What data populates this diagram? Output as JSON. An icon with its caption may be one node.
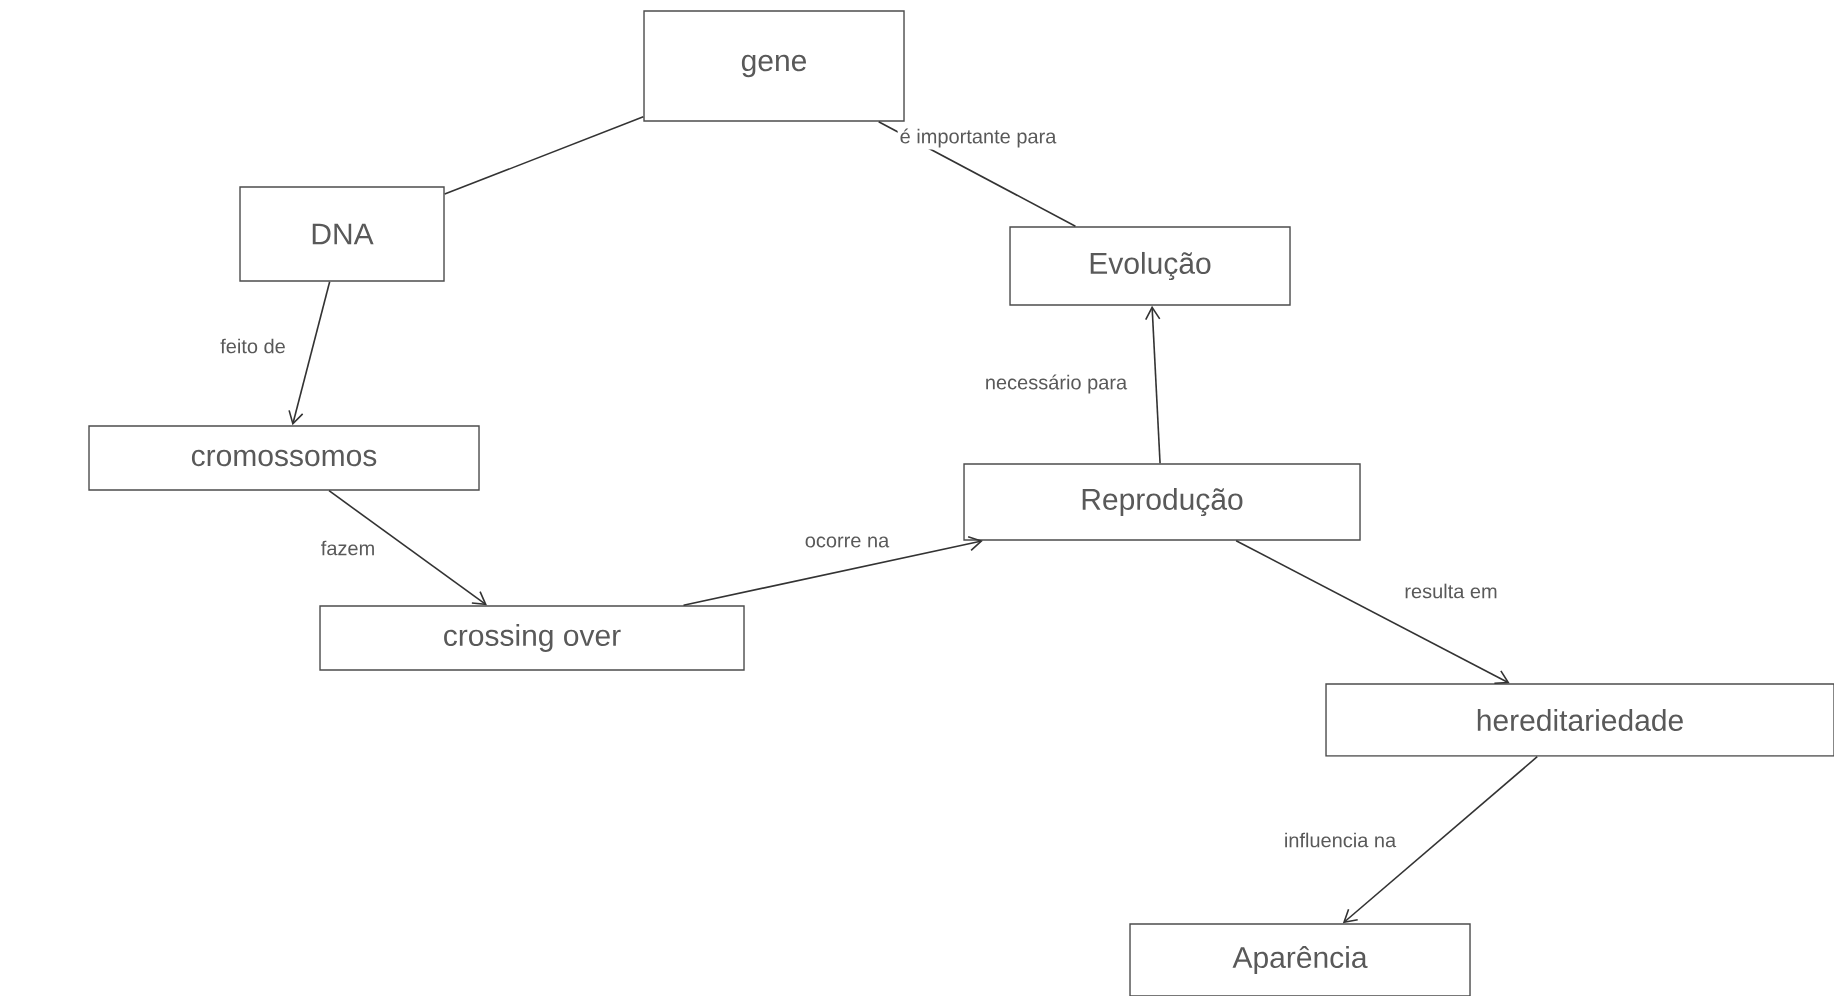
{
  "diagram": {
    "nodes": [
      {
        "text": [
          "gene"
        ]
      },
      {
        "text": [
          "DNA"
        ]
      },
      {
        "text": [
          "Evolução"
        ]
      },
      {
        "text": [
          "cromossomos"
        ]
      },
      {
        "text": [
          "Reprodução"
        ]
      },
      {
        "text": [
          "crossing over"
        ]
      },
      {
        "text": [
          "hereditariedade"
        ]
      },
      {
        "text": [
          "Aparência"
        ]
      }
    ],
    "edges": [
      {
        "from": 0,
        "to": 1,
        "arrow": "none"
      },
      {
        "from": 0,
        "to": 2,
        "arrow": "none",
        "label": "é importante para"
      },
      {
        "from": 1,
        "to": 3,
        "arrow": "to",
        "label": "feito de"
      },
      {
        "from": 3,
        "to": 5,
        "arrow": "to",
        "label": "fazem"
      },
      {
        "from": 5,
        "to": 4,
        "arrow": "to",
        "label": "ocorre na"
      },
      {
        "from": 4,
        "to": 2,
        "arrow": "to",
        "label": "necessário para"
      },
      {
        "from": 4,
        "to": 6,
        "arrow": "to",
        "label": "resulta em"
      },
      {
        "from": 6,
        "to": 7,
        "arrow": "to",
        "label": "influencia na"
      }
    ]
  }
}
